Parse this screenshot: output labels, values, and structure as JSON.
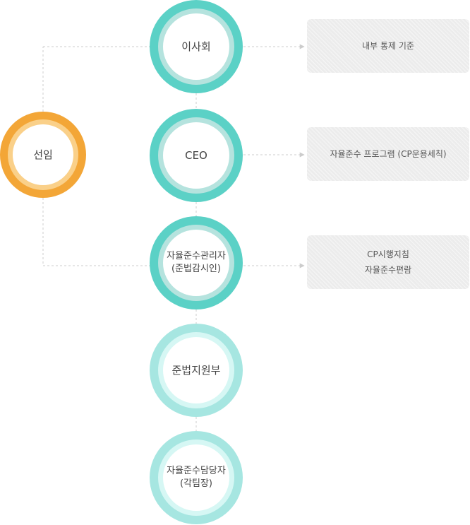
{
  "colors": {
    "teal_dark": "#5bd1c6",
    "teal_light": "#a6e6e1",
    "orange": "#f3a637",
    "box_bg": "#ececec",
    "connector": "#cccccc"
  },
  "nodes": {
    "appointment": {
      "label": "선임"
    },
    "board": {
      "label": "이사회"
    },
    "ceo": {
      "label": "CEO"
    },
    "compliance_manager": {
      "line1": "자율준수관리자",
      "line2": "(준법감시인)"
    },
    "compliance_support": {
      "label": "준법지원부"
    },
    "compliance_officer": {
      "line1": "자율준수담당자",
      "line2": "(각팀장)"
    }
  },
  "boxes": {
    "internal_control": {
      "line1": "내부 통제 기준"
    },
    "program": {
      "line1": "자율준수 프로그램 (CP운용세칙)"
    },
    "guidelines": {
      "line1": "CP시행지침",
      "line2": "자율준수편람"
    }
  }
}
